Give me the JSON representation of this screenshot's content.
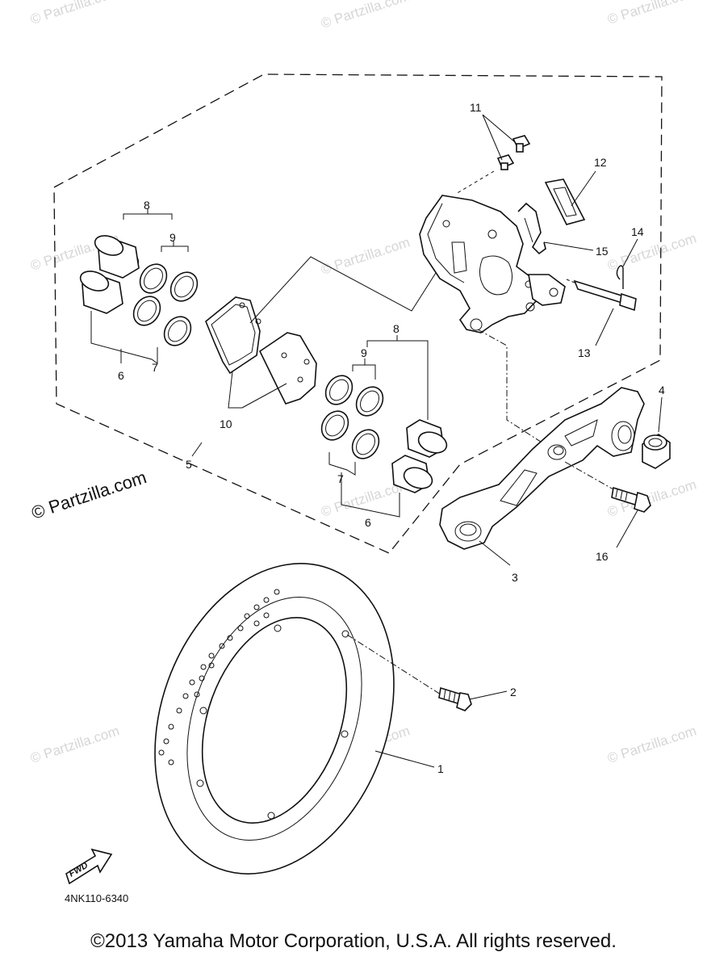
{
  "watermarks": {
    "main": "© Partzilla.com",
    "faint": "© Partzilla.com",
    "faint_short": "Partzilla.com"
  },
  "callouts": {
    "c1": "1",
    "c2": "2",
    "c3": "3",
    "c4": "4",
    "c5": "5",
    "c6a": "6",
    "c6b": "6",
    "c7a": "7",
    "c7b": "7",
    "c8a": "8",
    "c8b": "8",
    "c9a": "9",
    "c9b": "9",
    "c10": "10",
    "c11": "11",
    "c12": "12",
    "c13": "13",
    "c14": "14",
    "c15": "15",
    "c16": "16"
  },
  "fwd_label": "FWD",
  "diagram_code": "4NK110-6340",
  "copyright": "©2013 Yamaha Motor Corporation, U.S.A. All rights reserved."
}
